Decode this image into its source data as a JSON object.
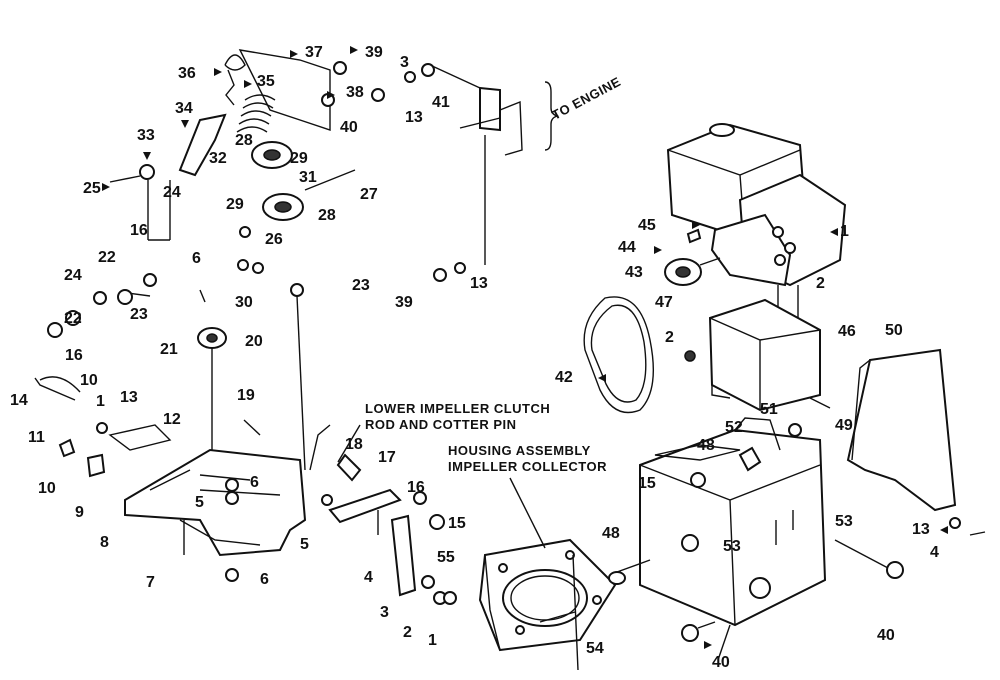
{
  "captions": {
    "to_engine": "TO ENGINE",
    "clutch_rod_1": "LOWER IMPELLER CLUTCH",
    "clutch_rod_2": "ROD AND COTTER PIN",
    "housing_1": "HOUSING ASSEMBLY",
    "housing_2": "IMPELLER COLLECTOR"
  },
  "callouts": [
    "37",
    "36",
    "35",
    "34",
    "33",
    "25",
    "24",
    "16",
    "22",
    "24",
    "22",
    "16",
    "23",
    "21",
    "20",
    "10",
    "14",
    "1",
    "13",
    "12",
    "11",
    "10",
    "9",
    "8",
    "7",
    "6",
    "5",
    "6",
    "19",
    "28",
    "32",
    "29",
    "31",
    "29",
    "28",
    "26",
    "27",
    "6",
    "30",
    "23",
    "39",
    "3",
    "13",
    "41",
    "38",
    "40",
    "39",
    "13",
    "18",
    "17",
    "16",
    "15",
    "5",
    "4",
    "55",
    "3",
    "2",
    "1",
    "45",
    "44",
    "1",
    "43",
    "2",
    "47",
    "2",
    "42",
    "46",
    "50",
    "51",
    "52",
    "49",
    "48",
    "15",
    "53",
    "53",
    "48",
    "54",
    "40",
    "13",
    "4",
    "40"
  ],
  "colors": {
    "ink": "#111111",
    "paper": "#ffffff"
  }
}
